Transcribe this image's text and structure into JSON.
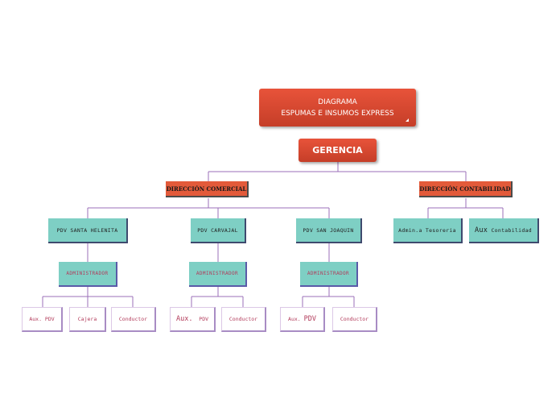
{
  "title": {
    "line1": "DIAGRAMA",
    "line2": "ESPUMAS E INSUMOS EXPRESS"
  },
  "root": "GERENCIA",
  "direcciones": {
    "comercial": "DIRECCIÓN COMERCIAL",
    "contabilidad": "DIRECCIÓN CONTABILIDAD"
  },
  "pdv": {
    "santa_helenita": {
      "label": "PDV SANTA HELENITA",
      "admin": "ADMINISTRADOR",
      "staff": [
        "Aux. PDV",
        "Cajera",
        "Conductor"
      ]
    },
    "carvajal": {
      "label": "PDV CARVAJAL",
      "admin": "ADMINISTRADOR",
      "staff_aux_a": "Aux.",
      "staff_aux_b": "PDV",
      "staff_conductor": "Conductor"
    },
    "san_joaquin": {
      "label": "PDV SAN JOAQUIN",
      "admin": "ADMINISTRADOR",
      "staff_aux_a": "Aux.",
      "staff_aux_b": "PDV",
      "staff_conductor": "Conductor"
    }
  },
  "contabilidad": {
    "tesoreria": "Admin.a Tesoreria",
    "aux_a": "Aux",
    "aux_b": "Contabilidad"
  },
  "colors": {
    "header_red": "#d8452e",
    "dir_red": "#e35a3a",
    "teal": "#7ecfc4",
    "connector": "#9b6fb8",
    "leaf_text": "#b23a5a"
  }
}
